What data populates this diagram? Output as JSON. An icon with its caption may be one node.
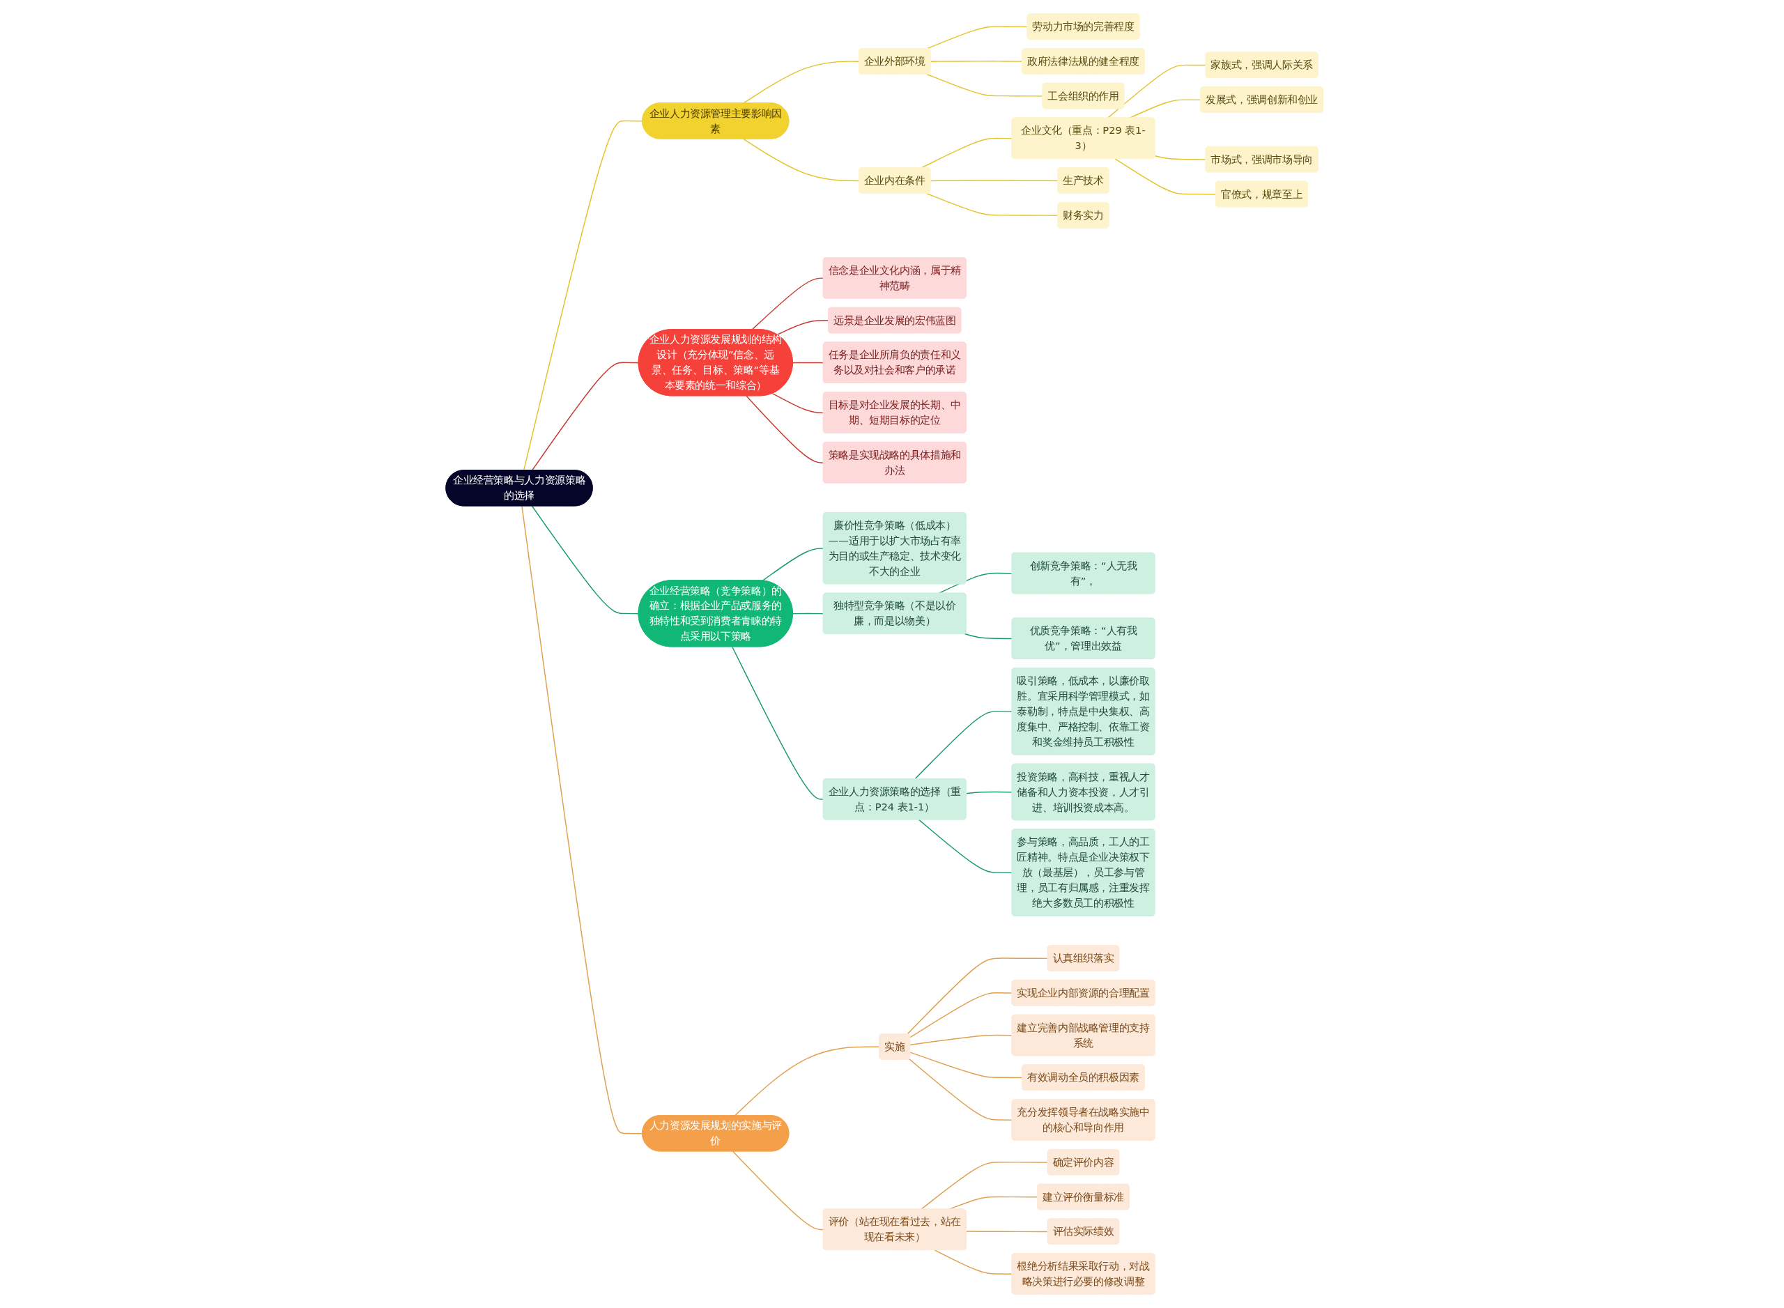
{
  "diagram": {
    "nodes": [
      {
        "text": [
          "企业经营策略与人力资源策略的选择"
        ]
      },
      {
        "text": [
          "人力资源发展规划的实施与评价"
        ]
      },
      {
        "text": [
          "实施"
        ]
      },
      {
        "text": [
          "认真组织落实"
        ]
      },
      {
        "text": [
          "实现企业内部资源的合理配置"
        ]
      },
      {
        "text": [
          "建立完善内部战略管理的支持系统"
        ]
      },
      {
        "text": [
          "有效调动全员的积极因素"
        ]
      },
      {
        "text": [
          "充分发挥领导者在战略实施中的核心和导向作用"
        ]
      },
      {
        "text": [
          "评价（站在现在看过去，站在现在看未来）"
        ]
      },
      {
        "text": [
          "确定评价内容"
        ]
      },
      {
        "text": [
          "建立评价衡量标准"
        ]
      },
      {
        "text": [
          "评估实际绩效"
        ]
      },
      {
        "text": [
          "根绝分析结果采取行动，对战略决策进行必要的修改调整"
        ]
      },
      {
        "text": [
          "企业人力资源发展规划的结构设计（充分体现”信念、远景、任务、目标、策略“等基本要素的统一和综合）"
        ]
      },
      {
        "text": [
          "信念是企业文化内涵，属于精神范畴"
        ]
      },
      {
        "text": [
          "远景是企业发展的宏伟蓝图"
        ]
      },
      {
        "text": [
          "任务是企业所肩负的责任和义务以及对社会和客户的承诺"
        ]
      },
      {
        "text": [
          "目标是对企业发展的长期、中期、短期目标的定位"
        ]
      },
      {
        "text": [
          "策略是实现战略的具体措施和办法"
        ]
      },
      {
        "text": [
          "企业经营策略（竞争策略）的确立：根据企业产品或服务的独特性和受到消费者青睐的特点采用以下策略"
        ]
      },
      {
        "text": [
          "廉价性竞争策略（低成本）——适用于以扩大市场占有率为目的或生产稳定、技术变化不大的企业"
        ]
      },
      {
        "text": [
          "独特型竞争策略（不是以价廉，而是以物美）"
        ]
      },
      {
        "text": [
          "创新竞争策略：“人无我有”，"
        ]
      },
      {
        "text": [
          "优质竞争策略：“人有我优”，管理出效益"
        ]
      },
      {
        "text": [
          "企业人力资源策略的选择（重点：P24 表1-1）"
        ]
      },
      {
        "text": [
          "吸引策略，低成本，以廉价取胜。宜采用科学管理模式，如泰勒制，特点是中央集权、高度集中、严格控制、依靠工资和奖金维持员工积极性"
        ]
      },
      {
        "text": [
          "投资策略，高科技，重视人才储备和人力资本投资，人才引进、培训投资成本高。"
        ]
      },
      {
        "text": [
          "参与策略，高品质，工人的工匠精神。特点是企业决策权下放（最基层），员工参与管理，员工有归属感，注重发挥绝大多数员工的积极性"
        ]
      },
      {
        "text": [
          "企业人力资源管理主要影响因素"
        ]
      },
      {
        "text": [
          "企业外部环境"
        ]
      },
      {
        "text": [
          "劳动力市场的完善程度"
        ]
      },
      {
        "text": [
          "政府法律法规的健全程度"
        ]
      },
      {
        "text": [
          "工会组织的作用"
        ]
      },
      {
        "text": [
          "企业内在条件"
        ]
      },
      {
        "text": [
          "企业文化（重点：P29 表1-3）"
        ]
      },
      {
        "text": [
          "家族式，强调人际关系"
        ]
      },
      {
        "text": [
          "发展式，强调创新和创业"
        ]
      },
      {
        "text": [
          "市场式，强调市场导向"
        ]
      },
      {
        "text": [
          "官僚式，规章至上"
        ]
      },
      {
        "text": [
          "生产技术"
        ]
      },
      {
        "text": [
          "财务实力"
        ]
      }
    ],
    "edges": [
      {
        "from": 0,
        "to": 1,
        "arrow": "none",
        "color": "#e0a050"
      },
      {
        "from": 1,
        "to": 2,
        "arrow": "none",
        "color": "#e0a050"
      },
      {
        "from": 2,
        "to": 3,
        "arrow": "none",
        "color": "#e0a050"
      },
      {
        "from": 2,
        "to": 4,
        "arrow": "none",
        "color": "#e0a050"
      },
      {
        "from": 2,
        "to": 5,
        "arrow": "none",
        "color": "#e0a050"
      },
      {
        "from": 2,
        "to": 6,
        "arrow": "none",
        "color": "#e0a050"
      },
      {
        "from": 2,
        "to": 7,
        "arrow": "none",
        "color": "#e0a050"
      },
      {
        "from": 1,
        "to": 8,
        "arrow": "none",
        "color": "#e0a050"
      },
      {
        "from": 8,
        "to": 9,
        "arrow": "none",
        "color": "#e0a050"
      },
      {
        "from": 8,
        "to": 10,
        "arrow": "none",
        "color": "#e0a050"
      },
      {
        "from": 8,
        "to": 11,
        "arrow": "none",
        "color": "#e0a050"
      },
      {
        "from": 8,
        "to": 12,
        "arrow": "none",
        "color": "#e0a050"
      },
      {
        "from": 0,
        "to": 13,
        "arrow": "none",
        "color": "#c83a32"
      },
      {
        "from": 13,
        "to": 14,
        "arrow": "none",
        "color": "#c83a32"
      },
      {
        "from": 13,
        "to": 15,
        "arrow": "none",
        "color": "#c83a32"
      },
      {
        "from": 13,
        "to": 16,
        "arrow": "none",
        "color": "#c83a32"
      },
      {
        "from": 13,
        "to": 17,
        "arrow": "none",
        "color": "#c83a32"
      },
      {
        "from": 13,
        "to": 18,
        "arrow": "none",
        "color": "#c83a32"
      },
      {
        "from": 0,
        "to": 19,
        "arrow": "none",
        "color": "#1a9a6a"
      },
      {
        "from": 19,
        "to": 20,
        "arrow": "none",
        "color": "#1a9a6a"
      },
      {
        "from": 19,
        "to": 21,
        "arrow": "none",
        "color": "#1a9a6a"
      },
      {
        "from": 21,
        "to": 22,
        "arrow": "none",
        "color": "#1a9a6a"
      },
      {
        "from": 21,
        "to": 23,
        "arrow": "none",
        "color": "#1a9a6a"
      },
      {
        "from": 19,
        "to": 24,
        "arrow": "none",
        "color": "#1a9a6a"
      },
      {
        "from": 24,
        "to": 25,
        "arrow": "none",
        "color": "#1a9a6a"
      },
      {
        "from": 24,
        "to": 26,
        "arrow": "none",
        "color": "#1a9a6a"
      },
      {
        "from": 24,
        "to": 27,
        "arrow": "none",
        "color": "#1a9a6a"
      },
      {
        "from": 0,
        "to": 28,
        "arrow": "none",
        "color": "#e2c42a"
      },
      {
        "from": 28,
        "to": 29,
        "arrow": "none",
        "color": "#e2c42a"
      },
      {
        "from": 29,
        "to": 30,
        "arrow": "none",
        "color": "#e2c42a"
      },
      {
        "from": 29,
        "to": 31,
        "arrow": "none",
        "color": "#e2c42a"
      },
      {
        "from": 29,
        "to": 32,
        "arrow": "none",
        "color": "#e2c42a"
      },
      {
        "from": 28,
        "to": 33,
        "arrow": "none",
        "color": "#e2c42a"
      },
      {
        "from": 33,
        "to": 34,
        "arrow": "none",
        "color": "#e2c42a"
      },
      {
        "from": 34,
        "to": 35,
        "arrow": "none",
        "color": "#e2c42a"
      },
      {
        "from": 34,
        "to": 36,
        "arrow": "none",
        "color": "#e2c42a"
      },
      {
        "from": 34,
        "to": 37,
        "arrow": "none",
        "color": "#e2c42a"
      },
      {
        "from": 34,
        "to": 38,
        "arrow": "none",
        "color": "#e2c42a"
      },
      {
        "from": 33,
        "to": 39,
        "arrow": "none",
        "color": "#e2c42a"
      },
      {
        "from": 33,
        "to": 40,
        "arrow": "none",
        "color": "#e2c42a"
      }
    ]
  }
}
